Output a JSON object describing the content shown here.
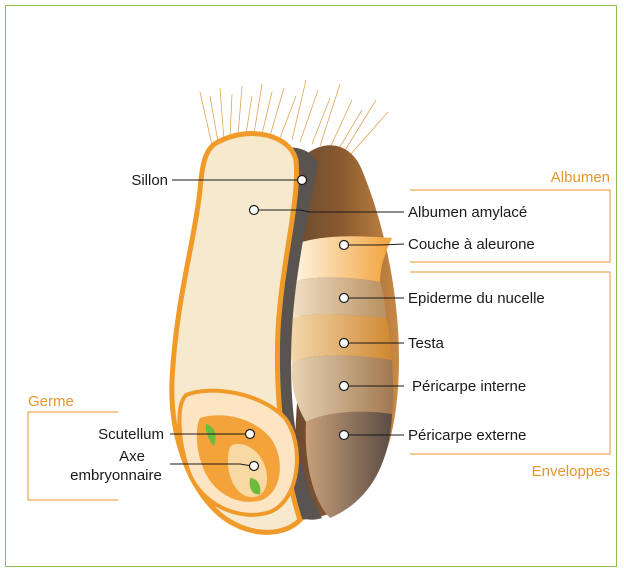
{
  "colors": {
    "frame": "#8fc14a",
    "accent": "#e8952c",
    "albumen_fill": "#f7e9cd",
    "outline_orange": "#f09a2a",
    "sillon_dark": "#5a5450",
    "outer_brown": "#8a5a30",
    "embryo_green": "#6cbb3c",
    "leader": "#1a1a1a"
  },
  "labels": {
    "sillon": "Sillon",
    "albumen_amylace": "Albumen amylacé",
    "couche_aleurone": "Couche à aleurone",
    "epiderme_nucelle": "Epiderme du nucelle",
    "testa": "Testa",
    "pericarpe_interne": "Péricarpe interne",
    "pericarpe_externe": "Péricarpe externe",
    "scutellum": "Scutellum",
    "axe_line1": "Axe",
    "axe_line2": "embryonnaire"
  },
  "groups": {
    "albumen": "Albumen",
    "enveloppes": "Enveloppes",
    "germe": "Germe"
  }
}
